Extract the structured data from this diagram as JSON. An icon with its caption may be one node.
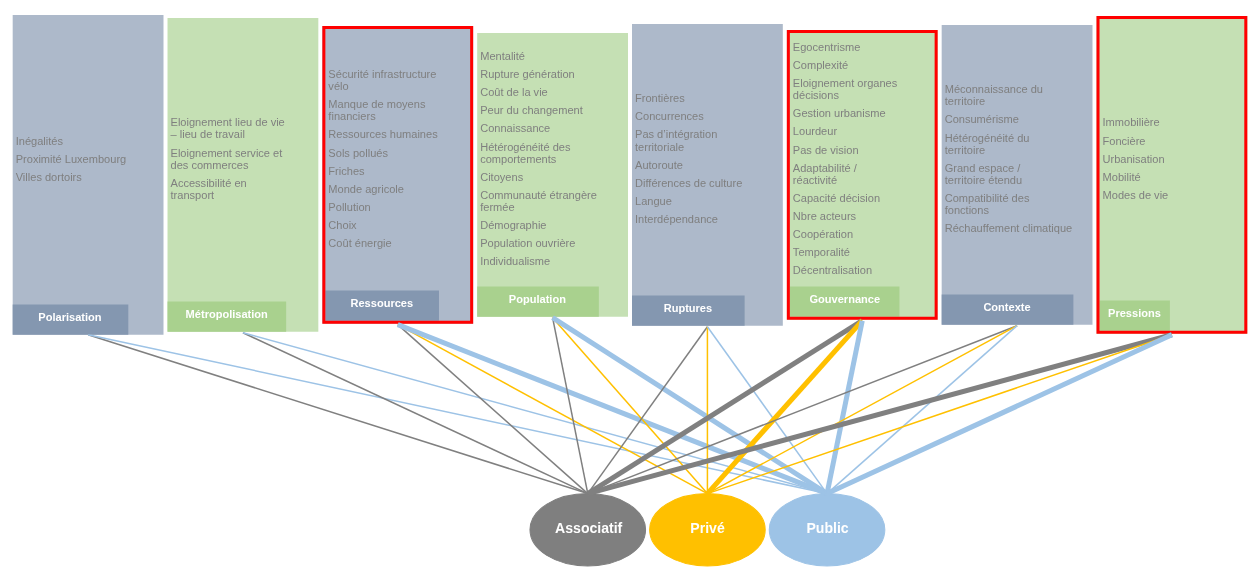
{
  "diagram": {
    "nodes": [
      {
        "text": [
          "Inégalités",
          "Proximité Luxembourg",
          "Villes dortoirs",
          "Polarisation"
        ]
      },
      {
        "text": [
          "Eloignement lieu de vie – lieu de travail",
          "Eloignement service et des commerces",
          "Accessibilité en transport",
          "Métropolisation"
        ]
      },
      {
        "text": [
          "Sécurité infrastructure vélo",
          "Manque de moyens financiers",
          "Ressources humaines",
          "Sols pollués",
          "Friches",
          "Monde agricole",
          "Pollution",
          "Choix",
          "Coût énergie",
          "Ressources"
        ]
      },
      {
        "text": [
          "Mentalité",
          "Rupture génération",
          "Coût de la vie",
          "Peur du changement",
          "Connaissance",
          "Hétérogénéité des comportements",
          "Citoyens",
          "Communauté étrangère fermée",
          "Démographie",
          "Population ouvrière",
          "Individualisme",
          "Population"
        ]
      },
      {
        "text": [
          "Frontières",
          "Concurrences",
          "Pas d’intégration territoriale",
          "Autoroute",
          "Différences de culture",
          "Langue",
          "Interdépendance",
          "Ruptures"
        ]
      },
      {
        "text": [
          "Egocentrisme",
          "Complexité",
          "Eloignement organes décisions",
          "Gestion urbanisme",
          "Lourdeur",
          "Pas de vision",
          "Adaptabilité / réactivité",
          "Capacité décision",
          "Nbre acteurs",
          "Coopération",
          "Temporalité",
          "Décentralisation",
          "Gouvernance"
        ]
      },
      {
        "text": [
          "Méconnaissance du territoire",
          "Consumérisme",
          "Hétérogénéité du territoire",
          "Grand espace / territoire étendu",
          "Compatibilité des fonctions",
          "Réchauffement climatique",
          "Contexte"
        ]
      },
      {
        "text": [
          "Immobilière",
          "Foncière",
          "Urbanisation",
          "Mobilité",
          "Modes de vie",
          "Pressions"
        ]
      },
      {
        "text": [
          "Associatif"
        ]
      },
      {
        "text": [
          "Privé"
        ]
      },
      {
        "text": [
          "Public"
        ]
      }
    ],
    "edges": [
      {
        "from": 0,
        "to": 8,
        "arrow": "none",
        "color": "#808080"
      },
      {
        "from": 1,
        "to": 8,
        "arrow": "none",
        "color": "#808080"
      },
      {
        "from": 2,
        "to": 8,
        "arrow": "none",
        "color": "#808080"
      },
      {
        "from": 3,
        "to": 8,
        "arrow": "none",
        "color": "#808080"
      },
      {
        "from": 4,
        "to": 8,
        "arrow": "none",
        "color": "#808080"
      },
      {
        "from": 5,
        "to": 8,
        "arrow": "none",
        "style": "thick",
        "color": "#808080"
      },
      {
        "from": 6,
        "to": 8,
        "arrow": "none",
        "color": "#808080"
      },
      {
        "from": 7,
        "to": 8,
        "arrow": "none",
        "style": "thick",
        "color": "#808080"
      },
      {
        "from": 2,
        "to": 9,
        "arrow": "none",
        "color": "#ffc000"
      },
      {
        "from": 3,
        "to": 9,
        "arrow": "none",
        "color": "#ffc000"
      },
      {
        "from": 4,
        "to": 9,
        "arrow": "none",
        "color": "#ffc000"
      },
      {
        "from": 5,
        "to": 9,
        "arrow": "none",
        "style": "thick",
        "color": "#ffc000"
      },
      {
        "from": 6,
        "to": 9,
        "arrow": "none",
        "color": "#ffc000"
      },
      {
        "from": 7,
        "to": 9,
        "arrow": "none",
        "color": "#ffc000"
      },
      {
        "from": 0,
        "to": 10,
        "arrow": "none",
        "color": "#9dc3e6"
      },
      {
        "from": 1,
        "to": 10,
        "arrow": "none",
        "color": "#9dc3e6"
      },
      {
        "from": 2,
        "to": 10,
        "arrow": "none",
        "style": "thick",
        "color": "#9dc3e6"
      },
      {
        "from": 3,
        "to": 10,
        "arrow": "none",
        "style": "thick",
        "color": "#9dc3e6"
      },
      {
        "from": 4,
        "to": 10,
        "arrow": "none",
        "color": "#9dc3e6"
      },
      {
        "from": 5,
        "to": 10,
        "arrow": "none",
        "style": "thick",
        "color": "#9dc3e6"
      },
      {
        "from": 6,
        "to": 10,
        "arrow": "none",
        "color": "#9dc3e6"
      },
      {
        "from": 7,
        "to": 10,
        "arrow": "none",
        "style": "thick",
        "color": "#9dc3e6"
      }
    ]
  }
}
